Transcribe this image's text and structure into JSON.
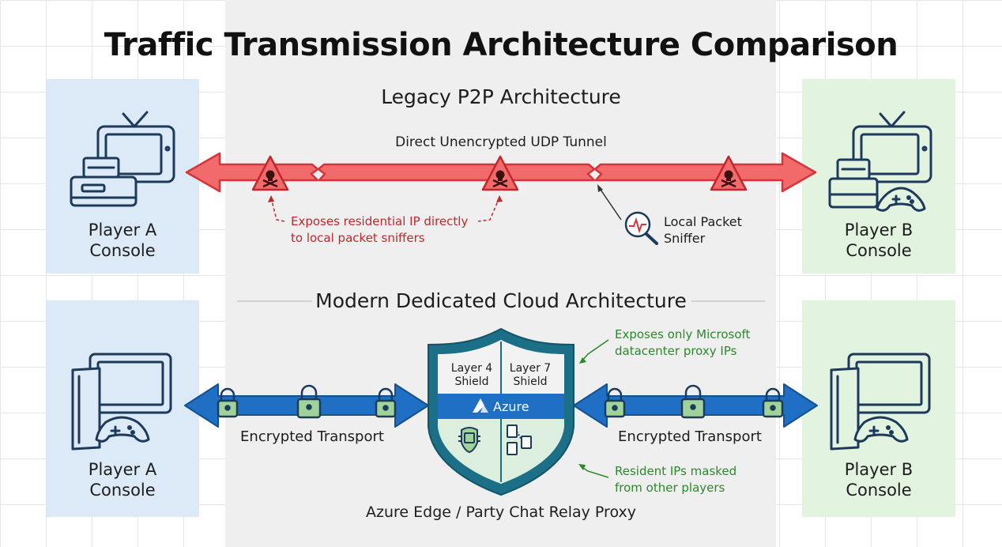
{
  "title": "Traffic Transmission Architecture Comparison",
  "legacy": {
    "section_title": "Legacy P2P Architecture",
    "tunnel_label": "Direct Unencrypted UDP Tunnel",
    "note_exposes": "Exposes residential IP directly to local packet sniffers",
    "note_exposes_line1": "Exposes residential IP directly",
    "note_exposes_line2": "to local packet sniffers",
    "sniffer_line1": "Local Packet",
    "sniffer_line2": "Sniffer",
    "player_a_line1": "Player A",
    "player_a_line2": "Console",
    "player_b_line1": "Player B",
    "player_b_line2": "Console"
  },
  "modern": {
    "section_title": "Modern Dedicated Cloud Architecture",
    "transport_left": "Encrypted Transport",
    "transport_right": "Encrypted Transport",
    "shield_layer4_line1": "Layer 4",
    "shield_layer4_line2": "Shield",
    "shield_layer7_line1": "Layer 7",
    "shield_layer7_line2": "Shield",
    "shield_brand": "Azure",
    "note_top_line1": "Exposes only Microsoft",
    "note_top_line2": "datacenter proxy IPs",
    "note_bottom_line1": "Resident IPs masked",
    "note_bottom_line2": "from other players",
    "proxy_label": "Azure Edge / Party Chat Relay Proxy",
    "player_a_line1": "Player A",
    "player_a_line2": "Console",
    "player_b_line1": "Player B",
    "player_b_line2": "Console"
  },
  "colors": {
    "red_arrow": "#f26b6b",
    "red_outline": "#d8333a",
    "blue_arrow": "#1f6fc4",
    "shield_teal": "#1b6f86",
    "green_text": "#2a8a2a",
    "console_stroke": "#1d3a5c"
  },
  "icons": [
    "console-tv-icon",
    "skull-warning-icon",
    "magnifier-pulse-icon",
    "padlock-icon",
    "azure-shield-icon",
    "gamepad-icon"
  ]
}
